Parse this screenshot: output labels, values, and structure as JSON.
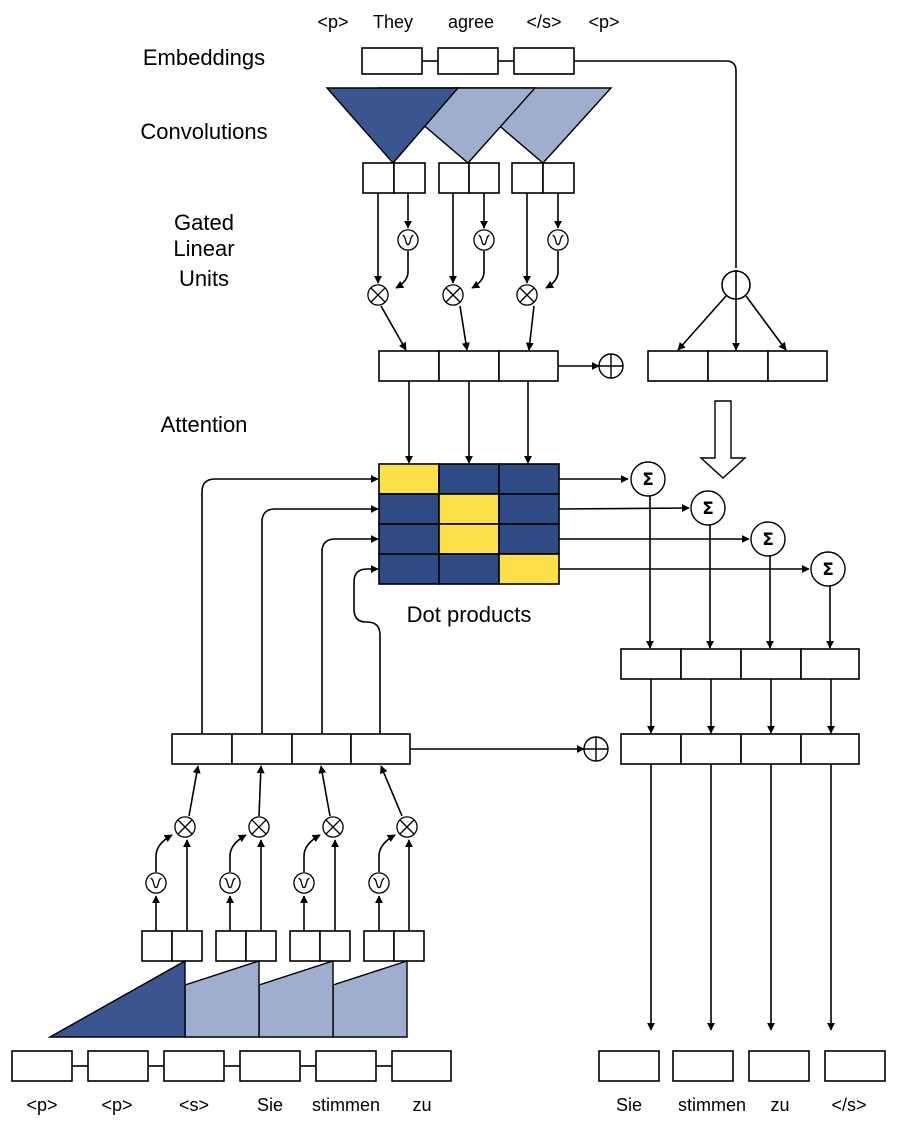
{
  "labels": {
    "embeddings": "Embeddings",
    "convolutions": "Convolutions",
    "glu": [
      "Gated",
      "Linear",
      "Units"
    ],
    "attention": "Attention",
    "dot_products": "Dot products"
  },
  "source_tokens": [
    "<p>",
    "They",
    "agree",
    "</s>",
    "<p>"
  ],
  "decoder_input_tokens": [
    "<p>",
    "<p>",
    "<s>",
    "Sie",
    "stimmen",
    "zu"
  ],
  "output_tokens": [
    "Sie",
    "stimmen",
    "zu",
    "</s>"
  ],
  "symbols": {
    "sum": "Σ"
  },
  "colors": {
    "dark_blue": "#3a5590",
    "light_blue": "#9eaecf",
    "yellow": "#fbe04a",
    "attention_dark": "#2f4b86"
  },
  "attention_matrix": [
    [
      "yellow",
      "dark",
      "dark"
    ],
    [
      "dark",
      "yellow",
      "dark"
    ],
    [
      "dark",
      "yellow",
      "dark"
    ],
    [
      "dark",
      "dark",
      "yellow"
    ]
  ]
}
